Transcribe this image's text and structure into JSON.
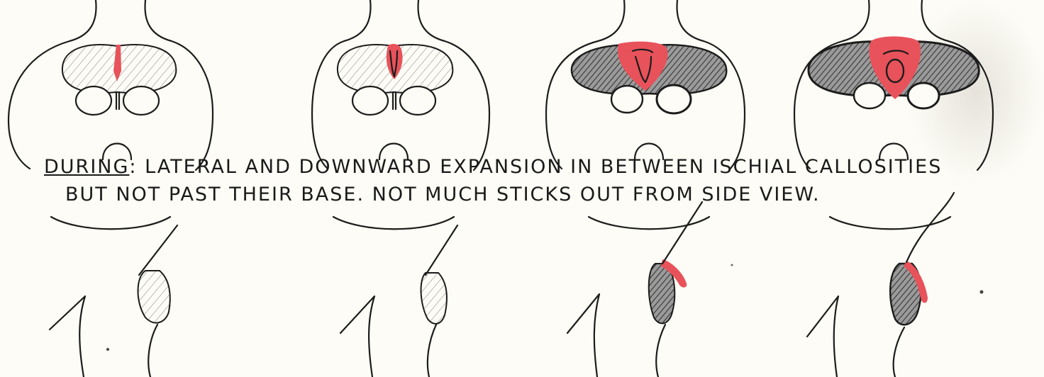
{
  "caption": {
    "line1_label": "DURING",
    "line1_colon": ":",
    "line1_text": " LATERAL AND DOWNWARD EXPANSION IN BETWEEN ISCHIAL CALLOSITIES",
    "line2_text": "BUT NOT PAST THEIR BASE. NOT MUCH STICKS OUT FROM SIDE VIEW."
  },
  "colors": {
    "swelling": "#e8525a",
    "ink": "#1c1c1c",
    "paper": "#fdfcf6"
  },
  "stages": [
    {
      "stage": 1,
      "swelling_level": 0.1,
      "hatch": "light"
    },
    {
      "stage": 2,
      "swelling_level": 0.3,
      "hatch": "light"
    },
    {
      "stage": 3,
      "swelling_level": 0.7,
      "hatch": "dark"
    },
    {
      "stage": 4,
      "swelling_level": 0.9,
      "hatch": "dark"
    }
  ]
}
